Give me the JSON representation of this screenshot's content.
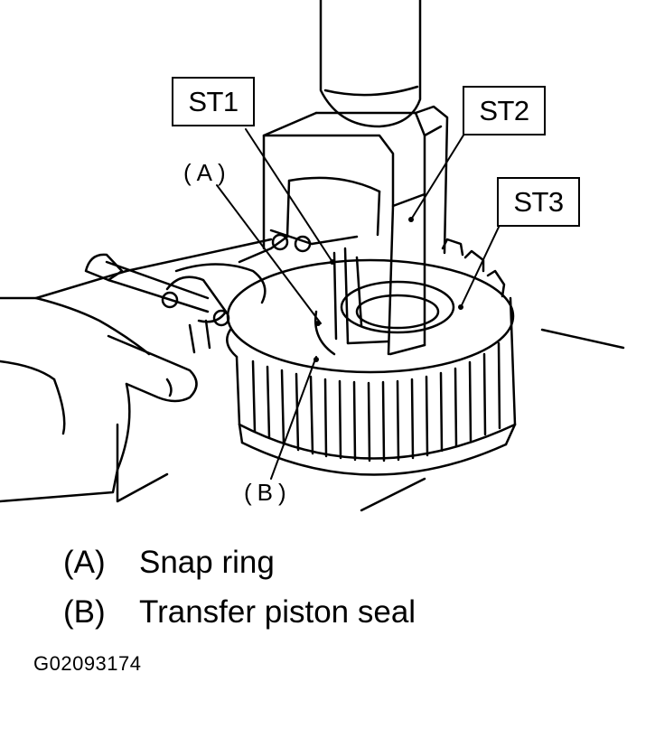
{
  "callouts": {
    "st1": "ST1",
    "st2": "ST2",
    "st3": "ST3",
    "a": "(A)",
    "b": "(B)"
  },
  "legend": [
    {
      "key": "(A)",
      "text": "Snap ring"
    },
    {
      "key": "(B)",
      "text": "Transfer piston seal"
    }
  ],
  "figure_code": "G02093174"
}
